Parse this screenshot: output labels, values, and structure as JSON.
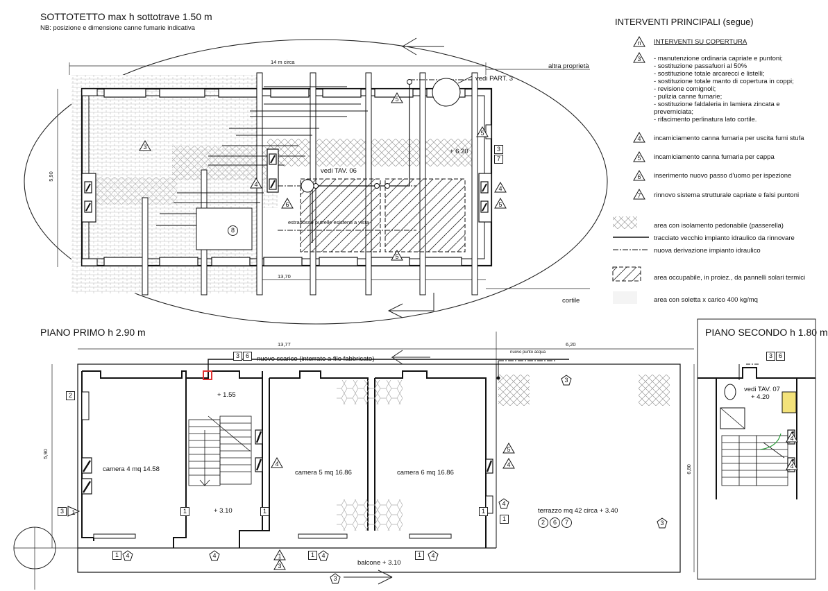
{
  "sottotetto": {
    "title": "SOTTOTETTO max h sottotrave 1.50 m",
    "note": "NB: posizione e dimensione canne fumarie indicativa",
    "dim_top": "14  m circa",
    "dim_bottom": "13,70",
    "dim_side": "5,90",
    "altra": "altra proprietà",
    "cortile": "cortile",
    "vedi_part": "vedi PART. 3",
    "vedi_tav06": "vedi TAV. 06",
    "level": "+ 6.20",
    "estradosso": "estradosso putrelle esistenti a vista"
  },
  "legend": {
    "title": "INTERVENTI PRINCIPALI (segue)",
    "sub": "INTERVENTI SU COPERTURA",
    "sub_marker": "n",
    "item3_marker": "3",
    "item3_lines": [
      "- manutenzione ordinaria capriate e puntoni;",
      "- sostituzione passafuori al 50%",
      "- sostituzione totale arcarecci e listelli;",
      "- sostituzione totale manto di copertura in coppi;",
      "- revisione comignoli;",
      "- pulizia canne fumarie;",
      "- sostituzione faldaleria in lamiera zincata e",
      "  preverniciata;",
      "- rifacimento perlinatura lato cortile."
    ],
    "items": [
      {
        "n": "4",
        "text": "incamiciamento canna fumaria per uscita fumi stufa"
      },
      {
        "n": "5",
        "text": "incamiciamento canna fumaria per cappa"
      },
      {
        "n": "6",
        "text": "inserimento nuovo passo d'uomo per ispezione"
      },
      {
        "n": "7",
        "text": "rinnovo sistema strutturale capriate e falsi puntoni"
      }
    ],
    "symbols": [
      {
        "kind": "crosshatch",
        "text": "area con isolamento pedonabile (passerella)"
      },
      {
        "kind": "line",
        "text": "tracciato vecchio impianto idraulico da rinnovare"
      },
      {
        "kind": "dashdot",
        "text": "nuova derivazione impianto idraulico"
      },
      {
        "kind": "hatch",
        "text": "area occupabile, in proiez., da pannelli solari termici"
      },
      {
        "kind": "grey",
        "text": "area con soletta x carico 400 kg/mq"
      }
    ]
  },
  "primo": {
    "title": "PIANO PRIMO  h  2.90 m",
    "dim_a": "13,77",
    "dim_b": "6,20",
    "dim_side": "5,90",
    "dim_right": "6,80",
    "scarico": "nuovo scarico (interrato a filo fabbricato)",
    "punto_acqua": "nuovo punto acqua",
    "stair_level": "+ 1.55",
    "hall_level": "+ 3.10",
    "rooms": [
      {
        "name": "camera 4  mq 14.58"
      },
      {
        "name": "camera 5 mq 16.86"
      },
      {
        "name": "camera 6 mq 16.86"
      }
    ],
    "terrazzo": "terrazzo mq 42 circa  + 3.40",
    "balcone": "balcone + 3.10",
    "circles": [
      "2",
      "6",
      "7"
    ]
  },
  "secondo": {
    "title": "PIANO SECONDO  h  1.80 m",
    "vedi": "vedi TAV. 07",
    "level": "+ 4.20"
  },
  "markers": {
    "m3": "3",
    "m4": "4",
    "m5": "5",
    "m6": "6",
    "m7": "7",
    "m8": "8",
    "m1": "1",
    "m2": "2"
  },
  "colors": {
    "red": "#e03030",
    "green": "#2a9d3a",
    "yellow": "#f3e27a",
    "line": "#111111"
  }
}
